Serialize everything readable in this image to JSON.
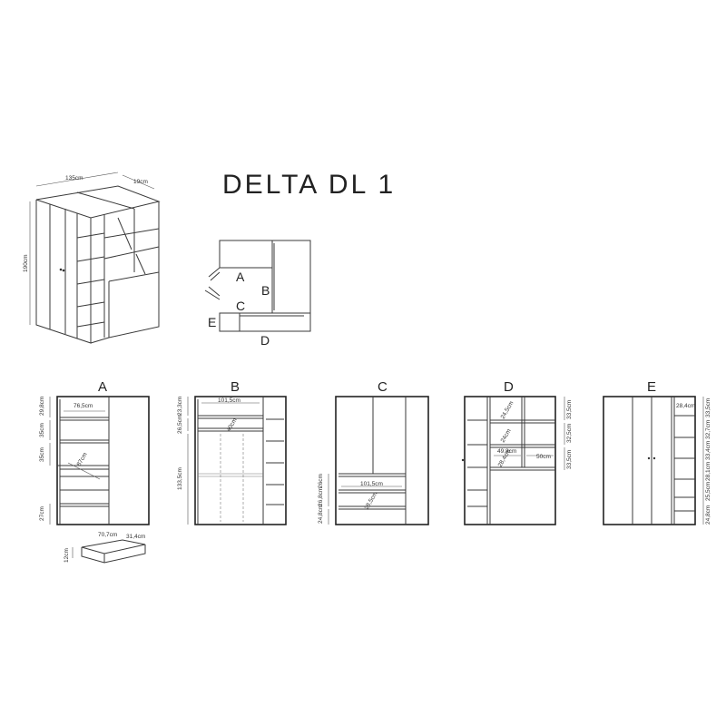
{
  "title": "DELTA DL 1",
  "overview": {
    "width": "135cm",
    "depth": "19cm",
    "height": "190cm"
  },
  "plan": {
    "labels": [
      "A",
      "B",
      "C",
      "D",
      "E"
    ]
  },
  "views": {
    "A": {
      "label": "A",
      "dims": [
        "29,8cm",
        "76,5cm",
        "35cm",
        "35cm",
        "87cm",
        "27cm"
      ],
      "drawer": [
        "70,7cm",
        "31,4cm",
        "12cm"
      ]
    },
    "B": {
      "label": "B",
      "dims": [
        "23,3cm",
        "101,5cm",
        "26,5cm",
        "40cm",
        "133,5cm"
      ]
    },
    "C": {
      "label": "C",
      "dims": [
        "101,5cm",
        "26cm",
        "26,8cm",
        "24,8cm",
        "28,5cm"
      ]
    },
    "D": {
      "label": "D",
      "dims": [
        "33,5cm",
        "24,5cm",
        "32,5cm",
        "24cm",
        "49,8cm",
        "50cm",
        "33,5cm",
        "28,4cm"
      ]
    },
    "E": {
      "label": "E",
      "dims": [
        "28,4cm",
        "33,5cm",
        "32,7cm",
        "33,4cm",
        "28,1cm",
        "25,5cm",
        "24,8cm"
      ]
    }
  },
  "colors": {
    "line": "#333333",
    "background": "#ffffff"
  }
}
